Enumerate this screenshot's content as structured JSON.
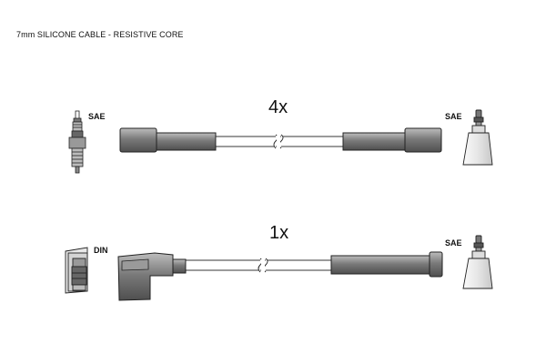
{
  "caption": "7mm SILICONE CABLE - RESISTIVE CORE",
  "sets": [
    {
      "quantity": "4x",
      "left_connector": "SAE",
      "right_connector": "SAE"
    },
    {
      "quantity": "1x",
      "left_connector": "DIN",
      "right_connector": "SAE"
    }
  ],
  "colors": {
    "body": "#8a8a8a",
    "dark": "#555555",
    "outline": "#222222",
    "wire": "#ffffff"
  }
}
